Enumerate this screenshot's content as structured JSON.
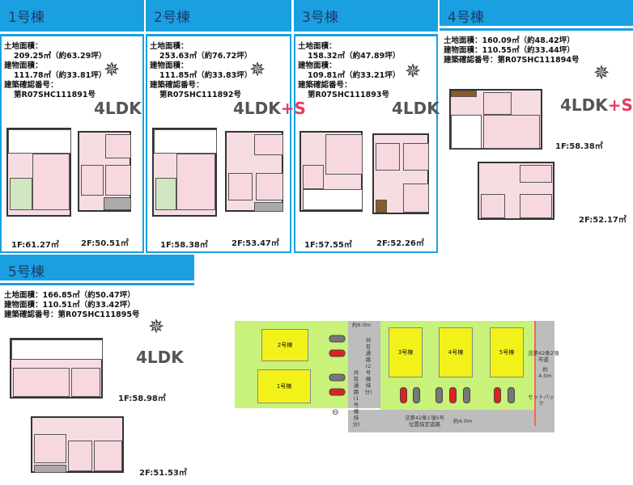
{
  "buildings": [
    {
      "title": "1号棟",
      "land_label": "土地面積：",
      "land": "209.25㎡（約63.29坪）",
      "bldg_label": "建物面積：",
      "bldg": "111.78㎡（約33.81坪）",
      "conf_label": "建築確認番号：",
      "conf": "第R07SHC111891号",
      "type": "4LDK",
      "type_suffix": "",
      "f1": "1F:61.27㎡",
      "f2": "2F:50.51㎡"
    },
    {
      "title": "2号棟",
      "land_label": "土地面積：",
      "land": "253.63㎡（約76.72坪）",
      "bldg_label": "建物面積：",
      "bldg": "111.85㎡（約33.83坪）",
      "conf_label": "建築確認番号：",
      "conf": "第R07SHC111892号",
      "type": "4LDK",
      "type_suffix": "+S",
      "f1": "1F:58.38㎡",
      "f2": "2F:53.47㎡"
    },
    {
      "title": "3号棟",
      "land_label": "土地面積：",
      "land": "158.32㎡（約47.89坪）",
      "bldg_label": "建物面積：",
      "bldg": "109.81㎡（約33.21坪）",
      "conf_label": "建築確認番号：",
      "conf": "第R07SHC111893号",
      "type": "4LDK",
      "type_suffix": "",
      "f1": "1F:57.55㎡",
      "f2": "2F:52.26㎡"
    },
    {
      "title": "4号棟",
      "land_line": "土地面積：160.09㎡（約48.42坪）",
      "bldg_line": "建物面積：110.55㎡（約33.44坪）",
      "conf_line": "建築確認番号：第R07SHC111894号",
      "type": "4LDK",
      "type_suffix": "+S",
      "f1": "1F:58.38㎡",
      "f2": "2F:52.17㎡"
    },
    {
      "title": "5号棟",
      "land_line": "土地面積：166.85㎡（約50.47坪）",
      "bldg_line": "建物面積：110.51㎡（約33.42坪）",
      "conf_line": "建築確認番号：第R07SHC111895号",
      "type": "4LDK",
      "type_suffix": "",
      "f1": "1F:58.98㎡",
      "f2": "2F:51.53㎡"
    }
  ],
  "site": {
    "lots": [
      "1号棟",
      "2号棟",
      "3号棟",
      "4号棟",
      "5号棟"
    ],
    "width_top": "約6.0m",
    "east_road": "法第42条2項\n市道",
    "east_width": "約4.0m",
    "setback": "セットバック",
    "south_road": "法第42条1項5号\n位置指定道路",
    "south_width": "約4.0m",
    "lane1": "共有通路(2号棟持分)",
    "lane2": "共有通路(1号棟持分)"
  },
  "colors": {
    "header": "#1aa0e0",
    "lot": "#c8f27a",
    "building": "#f2f21a",
    "road": "#bdbdbd"
  }
}
